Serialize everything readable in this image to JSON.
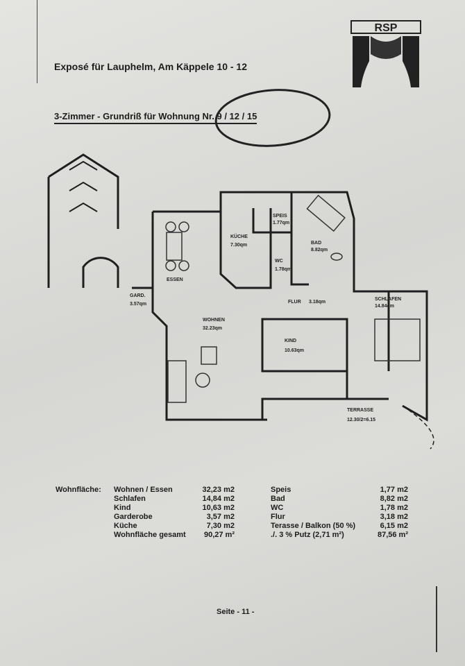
{
  "header": {
    "title": "Exposé für Lauphelm, Am Käppele 10 - 12",
    "subtitle": "3-Zimmer - Grundriß für Wohnung Nr. 9 / 12 / 15",
    "logo_text": "RSP"
  },
  "rooms": {
    "kueche": {
      "name": "KÜCHE",
      "area": "7.30qm"
    },
    "speis": {
      "name": "SPEIS",
      "area": "1.77qm"
    },
    "bad": {
      "name": "BAD",
      "area": "8.82qm"
    },
    "wc": {
      "name": "WC",
      "area": "1.78qm"
    },
    "essen": {
      "name": "ESSEN"
    },
    "gard": {
      "name": "GARD.",
      "area": "3.57qm"
    },
    "wohnen": {
      "name": "WOHNEN",
      "area": "32.23qm"
    },
    "flur": {
      "name": "FLUR",
      "area": "3.18qm"
    },
    "schlafen": {
      "name": "SCHLAFEN",
      "area": "14.84qm"
    },
    "kind": {
      "name": "KIND",
      "area": "10.63qm"
    },
    "terrasse": {
      "name": "TERRASSE",
      "area": "12.30/2=6.15"
    }
  },
  "areas": {
    "label": "Wohnfläche:",
    "left": [
      {
        "name": "Wohnen / Essen",
        "value": "32,23 m2"
      },
      {
        "name": "Schlafen",
        "value": "14,84 m2"
      },
      {
        "name": "Kind",
        "value": "10,63 m2"
      },
      {
        "name": "Garderobe",
        "value": "3,57 m2"
      },
      {
        "name": "Küche",
        "value": "7,30 m2"
      },
      {
        "name": "Wohnfläche gesamt",
        "value": "90,27 m²"
      }
    ],
    "right": [
      {
        "name": "Speis",
        "value": "1,77 m2"
      },
      {
        "name": "Bad",
        "value": "8,82 m2"
      },
      {
        "name": "WC",
        "value": "1,78 m2"
      },
      {
        "name": "Flur",
        "value": "3,18 m2"
      },
      {
        "name": "Terasse / Balkon (50 %)",
        "value": "6,15 m2"
      },
      {
        "name": "./. 3 % Putz (2,71 m²)",
        "value": "87,56 m²"
      }
    ]
  },
  "footer": {
    "page": "Seite  - 11 -"
  }
}
